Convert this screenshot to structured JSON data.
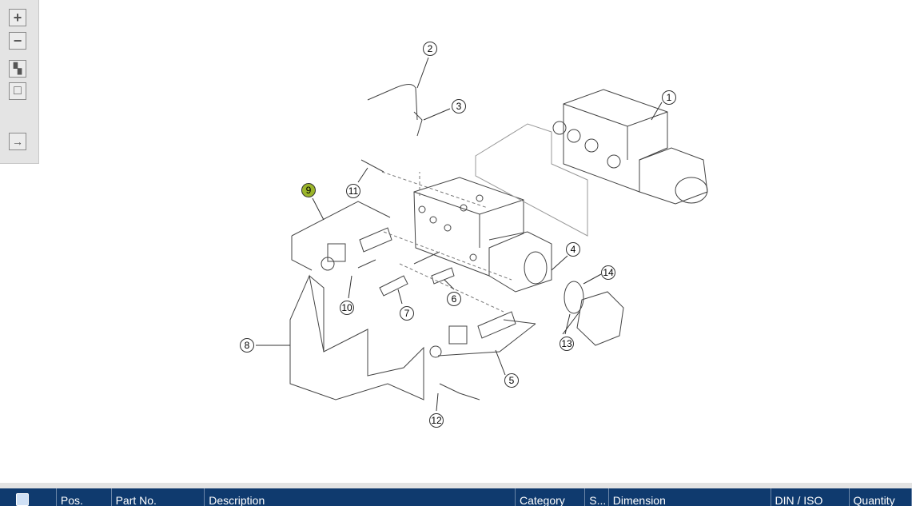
{
  "toolbar": {
    "buttons": [
      {
        "name": "zoom-in",
        "glyph": "+"
      },
      {
        "name": "zoom-out",
        "glyph": "−"
      },
      {
        "name": "fit-all",
        "glyph": "▚"
      },
      {
        "name": "fit-window",
        "glyph": "□"
      },
      {
        "name": "export",
        "glyph": "→"
      }
    ]
  },
  "drawing": {
    "callouts": [
      "1",
      "2",
      "3",
      "4",
      "5",
      "6",
      "7",
      "8",
      "9",
      "10",
      "11",
      "12",
      "13",
      "14"
    ],
    "highlighted": "9",
    "highlight_color": "#9bb52a"
  },
  "table": {
    "header_color": "#0f3a6e",
    "columns": [
      "Pos.",
      "Part No.",
      "Description",
      "Category",
      "S...",
      "Dimension",
      "DIN / ISO",
      "Quantity"
    ]
  }
}
